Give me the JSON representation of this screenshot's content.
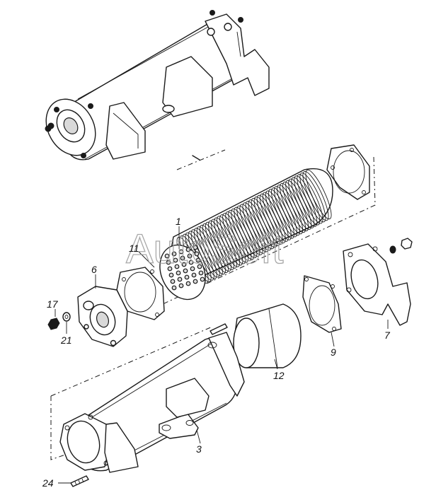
{
  "watermark": "AutoSoft",
  "callouts": {
    "c1": "1",
    "c3": "3",
    "c6": "6",
    "c7": "7",
    "c9": "9",
    "c11": "11",
    "c12": "12",
    "c17": "17",
    "c21": "21",
    "c24": "24"
  },
  "colors": {
    "line": "#1a1a1a",
    "background": "#ffffff",
    "watermark": "#9a9a9a"
  }
}
